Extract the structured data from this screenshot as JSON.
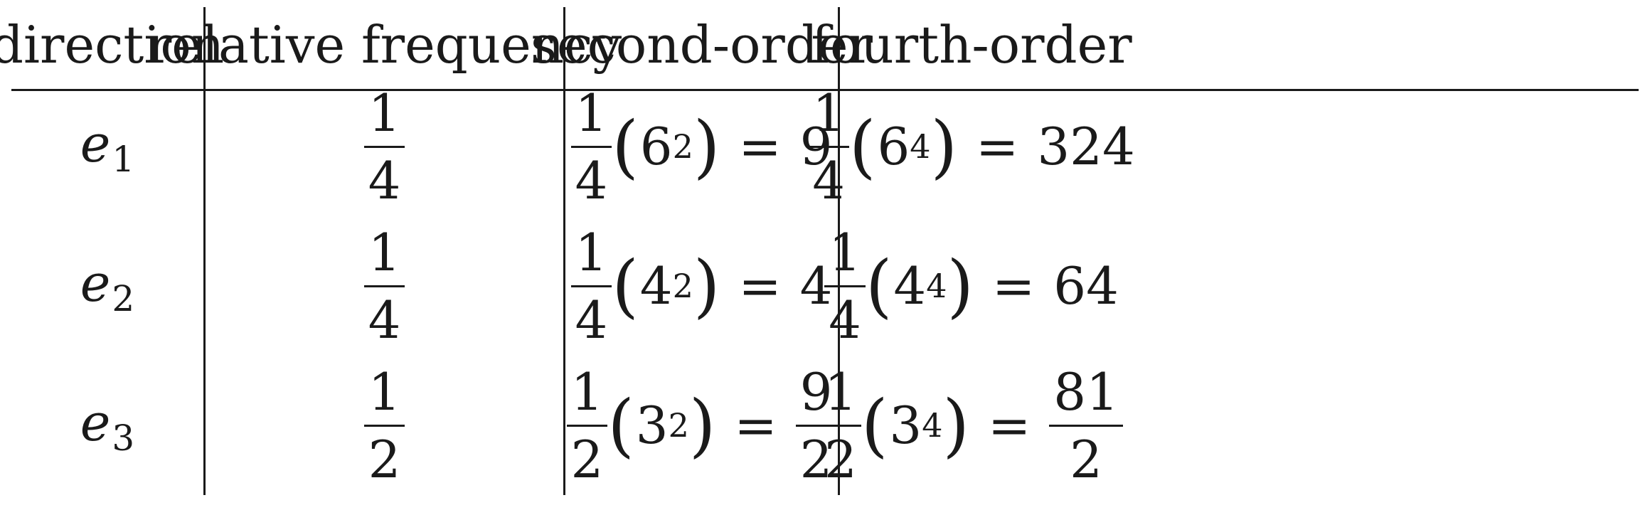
{
  "table": {
    "headers": {
      "direction": "direction",
      "relative_frequency": "relative frequency",
      "second_order": "second-order",
      "fourth_order": "fourth-order"
    },
    "rows": [
      {
        "direction": {
          "symbol": "e",
          "index": "1"
        },
        "relative_frequency": {
          "num": "1",
          "den": "4"
        },
        "second_order": {
          "coef": {
            "num": "1",
            "den": "4"
          },
          "base": "6",
          "exponent": "2",
          "result": {
            "value": "9"
          }
        },
        "fourth_order": {
          "coef": {
            "num": "1",
            "den": "4"
          },
          "base": "6",
          "exponent": "4",
          "result": {
            "value": "324"
          }
        }
      },
      {
        "direction": {
          "symbol": "e",
          "index": "2"
        },
        "relative_frequency": {
          "num": "1",
          "den": "4"
        },
        "second_order": {
          "coef": {
            "num": "1",
            "den": "4"
          },
          "base": "4",
          "exponent": "2",
          "result": {
            "value": "4"
          }
        },
        "fourth_order": {
          "coef": {
            "num": "1",
            "den": "4"
          },
          "base": "4",
          "exponent": "4",
          "result": {
            "value": "64"
          }
        }
      },
      {
        "direction": {
          "symbol": "e",
          "index": "3"
        },
        "relative_frequency": {
          "num": "1",
          "den": "2"
        },
        "second_order": {
          "coef": {
            "num": "1",
            "den": "2"
          },
          "base": "3",
          "exponent": "2",
          "result": {
            "num": "9",
            "den": "2"
          }
        },
        "fourth_order": {
          "coef": {
            "num": "1",
            "den": "2"
          },
          "base": "3",
          "exponent": "4",
          "result": {
            "num": "81",
            "den": "2"
          }
        }
      }
    ],
    "symbols": {
      "open_paren": "(",
      "close_paren": ")",
      "equals": "="
    }
  }
}
